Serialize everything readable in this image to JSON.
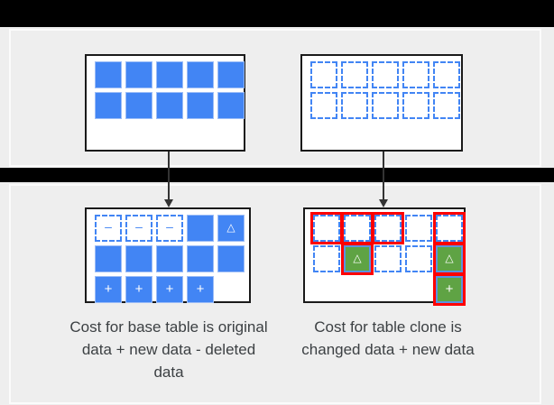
{
  "slide": {
    "background_color": "#eeeeee",
    "band_color": "#000000",
    "box_border_color": "#1a1a1a",
    "box_fill_color": "#ffffff"
  },
  "palette": {
    "blue": "#4285f4",
    "blue_light_border": "#9cbdf7",
    "green": "#5fa344",
    "red": "#fe0000",
    "text": "#3c4043"
  },
  "top_section": {
    "base_table": {
      "name": "base-table-original",
      "rows": 2,
      "cols": 5,
      "cells": [
        [
          {
            "style": "solid",
            "glyph": ""
          },
          {
            "style": "solid",
            "glyph": ""
          },
          {
            "style": "solid",
            "glyph": ""
          },
          {
            "style": "solid",
            "glyph": ""
          },
          {
            "style": "solid",
            "glyph": ""
          }
        ],
        [
          {
            "style": "solid",
            "glyph": ""
          },
          {
            "style": "solid",
            "glyph": ""
          },
          {
            "style": "solid",
            "glyph": ""
          },
          {
            "style": "solid",
            "glyph": ""
          },
          {
            "style": "solid",
            "glyph": ""
          }
        ]
      ]
    },
    "clone_table": {
      "name": "table-clone-initial",
      "rows": 2,
      "cols": 5,
      "cells": [
        [
          {
            "style": "dashed",
            "glyph": ""
          },
          {
            "style": "dashed",
            "glyph": ""
          },
          {
            "style": "dashed",
            "glyph": ""
          },
          {
            "style": "dashed",
            "glyph": ""
          },
          {
            "style": "dashed",
            "glyph": ""
          }
        ],
        [
          {
            "style": "dashed",
            "glyph": ""
          },
          {
            "style": "dashed",
            "glyph": ""
          },
          {
            "style": "dashed",
            "glyph": ""
          },
          {
            "style": "dashed",
            "glyph": ""
          },
          {
            "style": "dashed",
            "glyph": ""
          }
        ]
      ]
    }
  },
  "bottom_section": {
    "base_table": {
      "name": "base-table-after-changes",
      "rows": 3,
      "cols": 5,
      "cells": [
        [
          {
            "style": "dashed",
            "glyph": "–",
            "glyph_name": "minus"
          },
          {
            "style": "dashed",
            "glyph": "–",
            "glyph_name": "minus"
          },
          {
            "style": "dashed",
            "glyph": "–",
            "glyph_name": "minus"
          },
          {
            "style": "solid",
            "glyph": ""
          },
          {
            "style": "solid",
            "glyph": "△",
            "glyph_name": "triangle"
          }
        ],
        [
          {
            "style": "solid",
            "glyph": ""
          },
          {
            "style": "solid",
            "glyph": ""
          },
          {
            "style": "solid",
            "glyph": ""
          },
          {
            "style": "solid",
            "glyph": ""
          },
          {
            "style": "solid",
            "glyph": ""
          }
        ],
        [
          {
            "style": "solid",
            "glyph": "+",
            "glyph_name": "plus"
          },
          {
            "style": "solid",
            "glyph": "+",
            "glyph_name": "plus"
          },
          {
            "style": "solid",
            "glyph": "+",
            "glyph_name": "plus"
          },
          {
            "style": "solid",
            "glyph": "+",
            "glyph_name": "plus"
          },
          {
            "style": "empty",
            "glyph": ""
          }
        ]
      ]
    },
    "clone_table": {
      "name": "table-clone-after-changes",
      "rows": 3,
      "cols": 5,
      "cells": [
        [
          {
            "style": "dashed",
            "glyph": "",
            "marked": true
          },
          {
            "style": "dashed",
            "glyph": "",
            "marked": true
          },
          {
            "style": "dashed",
            "glyph": "",
            "marked": true
          },
          {
            "style": "dashed",
            "glyph": "",
            "marked": false
          },
          {
            "style": "dashed",
            "glyph": "",
            "marked": true
          }
        ],
        [
          {
            "style": "dashed",
            "glyph": "",
            "marked": false
          },
          {
            "style": "green",
            "glyph": "△",
            "glyph_name": "triangle",
            "marked": true
          },
          {
            "style": "dashed",
            "glyph": "",
            "marked": false
          },
          {
            "style": "dashed",
            "glyph": "",
            "marked": false
          },
          {
            "style": "green",
            "glyph": "△",
            "glyph_name": "triangle",
            "marked": true
          }
        ],
        [
          {
            "style": "empty",
            "glyph": "",
            "marked": false
          },
          {
            "style": "empty",
            "glyph": "",
            "marked": false
          },
          {
            "style": "empty",
            "glyph": "",
            "marked": false
          },
          {
            "style": "empty",
            "glyph": "",
            "marked": false
          },
          {
            "style": "green",
            "glyph": "+",
            "glyph_name": "plus",
            "marked": true
          }
        ]
      ]
    }
  },
  "captions": {
    "left": "Cost for base table is original data + new data - deleted data",
    "right": "Cost for table clone is changed data + new data"
  },
  "arrows": {
    "left_label": "arrow-base-table",
    "right_label": "arrow-table-clone"
  }
}
